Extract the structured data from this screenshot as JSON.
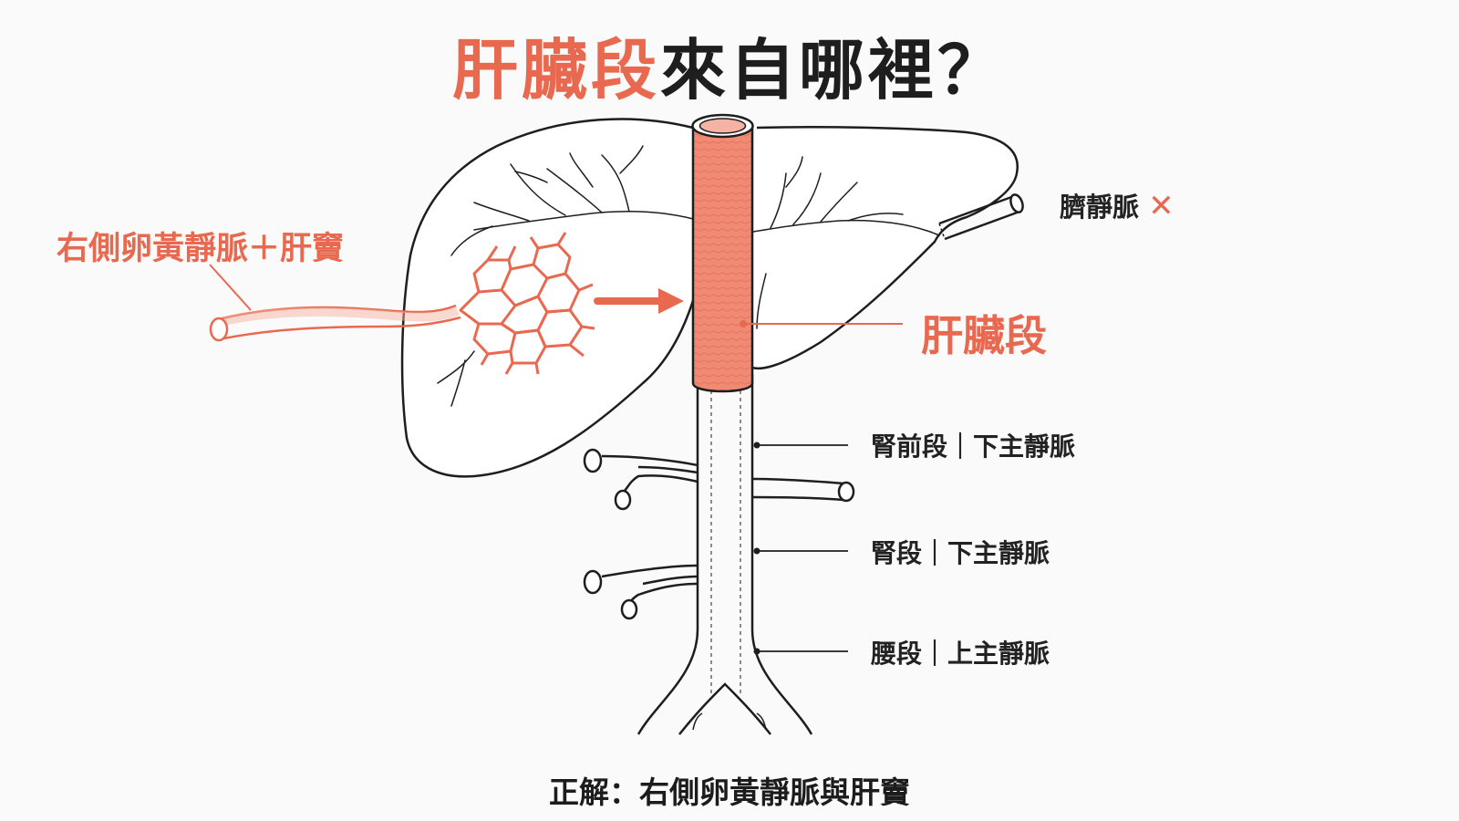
{
  "title": {
    "accent": "肝臟段",
    "rest": "來自哪裡？"
  },
  "labels": {
    "right_vitelline": "右側卵黃靜脈＋肝竇",
    "hepatic_segment": "肝臟段",
    "umbilical_vein": "臍靜脈",
    "umbilical_mark": "✕",
    "prerenal": "腎前段｜下主靜脈",
    "renal": "腎段｜下主靜脈",
    "lumbar": "腰段｜上主靜脈"
  },
  "answer": "正解：右側卵黃靜脈與肝竇",
  "colors": {
    "accent": "#e8694f",
    "vessel_fill": "#f08a73",
    "ink": "#1e1e1e",
    "background": "#fafafa"
  }
}
